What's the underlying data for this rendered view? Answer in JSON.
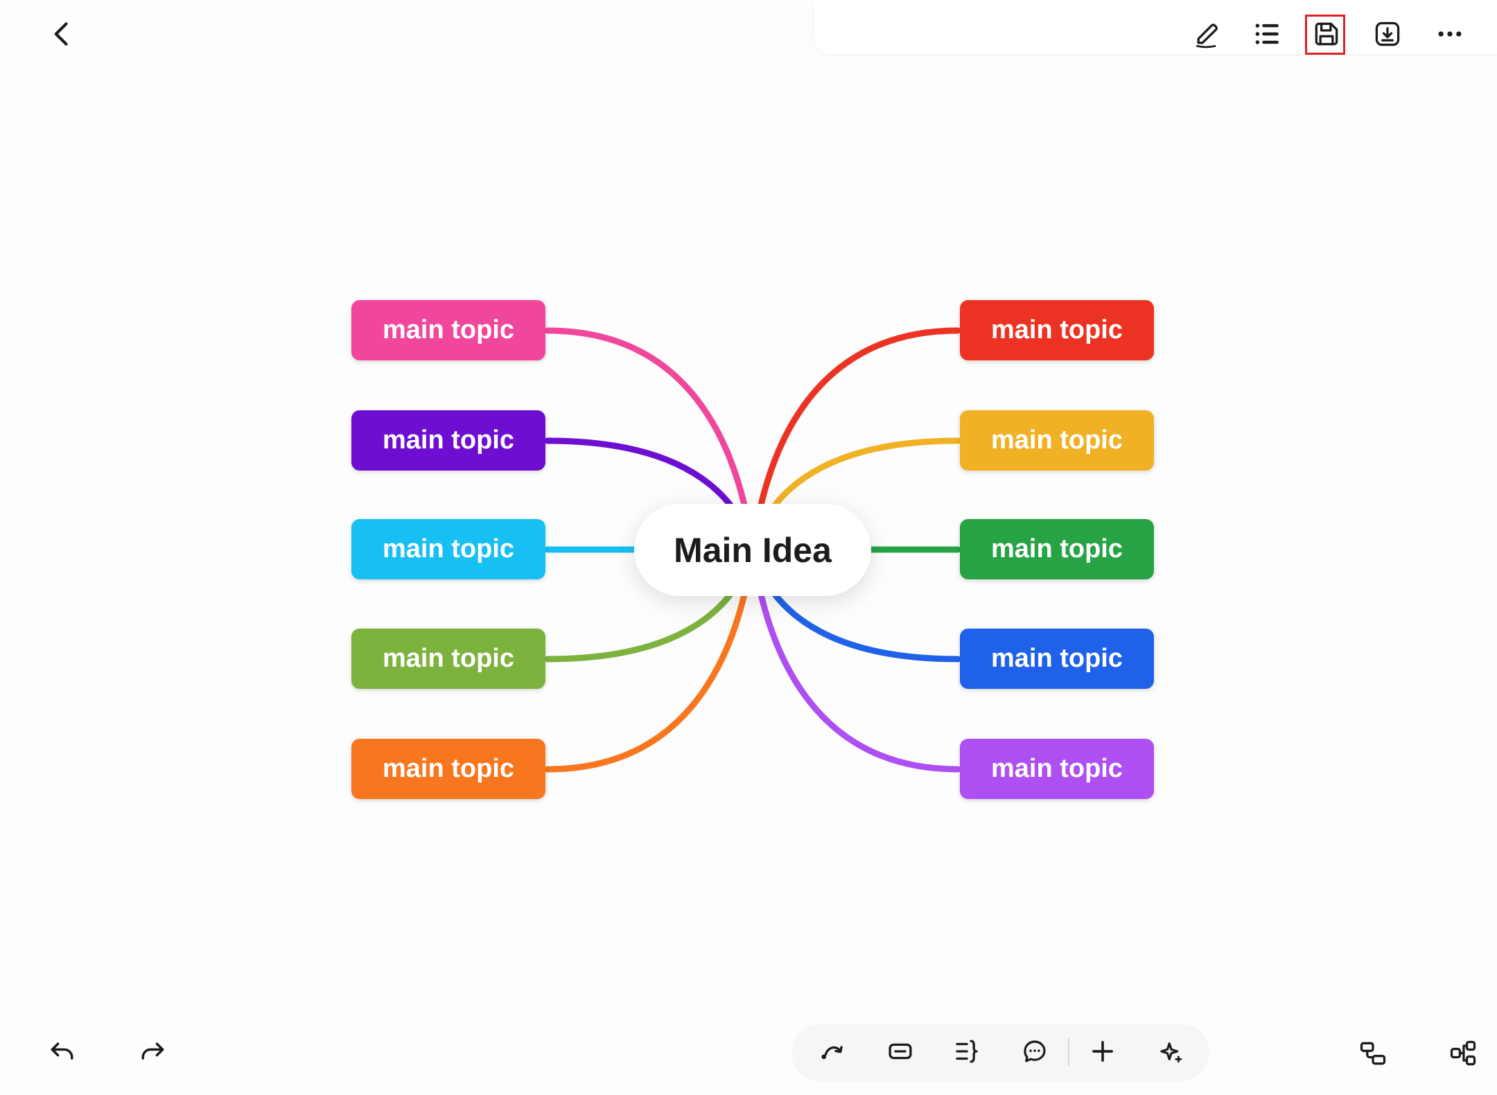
{
  "header": {
    "icons": [
      "back-chevron-icon",
      "pen-edit-icon",
      "outline-list-icon",
      "save-floppy-icon",
      "download-export-icon",
      "more-ellipsis-icon"
    ],
    "save_highlight_color": "#E02020"
  },
  "map": {
    "center": {
      "label": "Main Idea",
      "bg": "#FFFFFF",
      "text_color": "#1C1C1E"
    },
    "left_topics": [
      {
        "label": "main topic",
        "color": "#F0479C"
      },
      {
        "label": "main topic",
        "color": "#6D0ED1"
      },
      {
        "label": "main topic",
        "color": "#18BFF2"
      },
      {
        "label": "main topic",
        "color": "#7DB23F"
      },
      {
        "label": "main topic",
        "color": "#F8761D"
      }
    ],
    "right_topics": [
      {
        "label": "main topic",
        "color": "#EC3323"
      },
      {
        "label": "main topic",
        "color": "#F0B125"
      },
      {
        "label": "main topic",
        "color": "#27A345"
      },
      {
        "label": "main topic",
        "color": "#1F62E9"
      },
      {
        "label": "main topic",
        "color": "#AE4FF2"
      }
    ]
  },
  "bottom_toolbar": {
    "icons": [
      "relationship-arc-icon",
      "topic-node-icon",
      "summary-brace-icon",
      "comment-bubble-icon",
      "plus-icon",
      "ai-sparkle-icon"
    ]
  },
  "corner_controls": {
    "icons": [
      "undo-icon",
      "redo-icon",
      "structure-layout-icon",
      "outline-tree-icon"
    ]
  }
}
